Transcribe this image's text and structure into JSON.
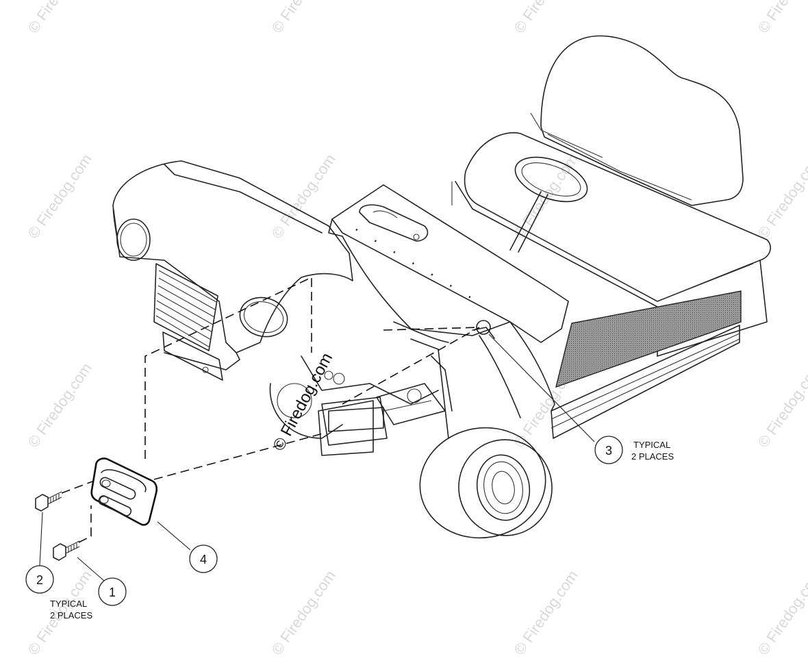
{
  "callouts": [
    {
      "number": "1"
    },
    {
      "number": "2"
    },
    {
      "number": "3"
    },
    {
      "number": "4"
    }
  ],
  "notes": {
    "typical_left_line1": "TYPICAL",
    "typical_left_line2": "2 PLACES",
    "typical_right_line1": "TYPICAL",
    "typical_right_line2": "2 PLACES"
  },
  "watermark": {
    "text": "© Firedog.com"
  }
}
